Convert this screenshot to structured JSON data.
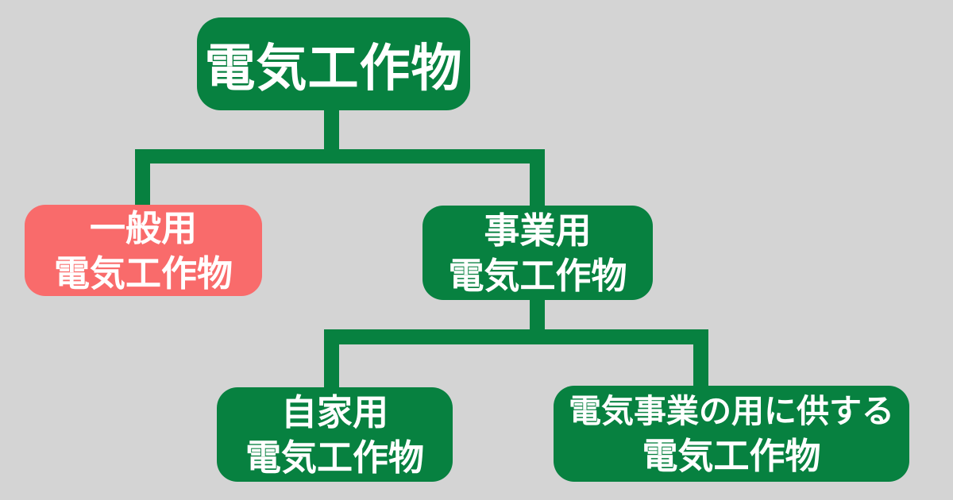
{
  "canvas": {
    "background": "#d4d4d4"
  },
  "colors": {
    "green": "#078140",
    "red": "#f96b6b",
    "text": "#ffffff"
  },
  "nodes": {
    "root": {
      "label": "電気工作物",
      "color": "green"
    },
    "general": {
      "lines": [
        "一般用",
        "電気工作物"
      ],
      "color": "red"
    },
    "business": {
      "lines": [
        "事業用",
        "電気工作物"
      ],
      "color": "green"
    },
    "private": {
      "lines": [
        "自家用",
        "電気工作物"
      ],
      "color": "green"
    },
    "utility": {
      "lines": [
        "電気事業の用に供する",
        "電気工作物"
      ],
      "color": "green"
    }
  }
}
